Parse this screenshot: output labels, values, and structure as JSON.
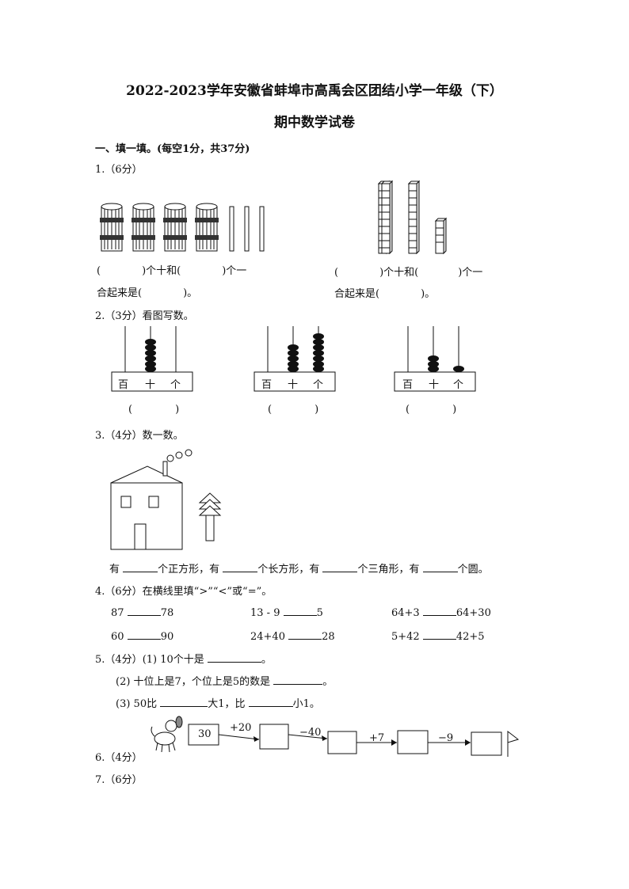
{
  "header": {
    "title_line1": "2022-2023学年安徽省蚌埠市高禹会区团结小学一年级（下）",
    "title_line2": "期中数学试卷"
  },
  "section1": {
    "heading": "一、填一填。(每空1分，共37分)"
  },
  "q1": {
    "label": "1.（6分）",
    "left_line1_a": "(",
    "left_line1_b": ")个十和(",
    "left_line1_c": ")个一",
    "left_line2_a": "合起来是(",
    "left_line2_b": ")。",
    "right_line1_a": "(",
    "right_line1_b": ")个十和(",
    "right_line1_c": ")个一",
    "right_line2_a": "合起来是(",
    "right_line2_b": ")。"
  },
  "q2": {
    "label": "2.（3分）看图写数。",
    "abacus_labels": [
      "百",
      "十",
      "个"
    ],
    "paren_open": "(",
    "paren_close": ")"
  },
  "q3": {
    "label": "3.（4分）数一数。",
    "sentence": [
      "有",
      "个正方形，有",
      "个长方形，有",
      "个三角形，有",
      "个圆。"
    ]
  },
  "q4": {
    "label": "4.（6分）在横线里填“>”“<”或“=”。",
    "rows": [
      [
        {
          "left": "87",
          "right": "78"
        },
        {
          "left": "13 - 9",
          "right": "5"
        },
        {
          "left": "64+3",
          "right": "64+30"
        }
      ],
      [
        {
          "left": "60",
          "right": "90"
        },
        {
          "left": "24+40",
          "right": "28"
        },
        {
          "left": "5+42",
          "right": "42+5"
        }
      ]
    ]
  },
  "q5": {
    "label": "5.（4分）",
    "p1_a": "(1) 10个十是",
    "p1_b": "。",
    "p2_a": "(2) 十位上是7，个位上是5的数是",
    "p2_b": "。",
    "p3_a": "(3) 50比",
    "p3_b": "大1，比",
    "p3_c": "小1。"
  },
  "q6": {
    "label": "6.（4分）",
    "start": "30",
    "ops": [
      "+20",
      "−40",
      "+7",
      "−9"
    ]
  },
  "q7": {
    "label": "7.（6分）"
  }
}
